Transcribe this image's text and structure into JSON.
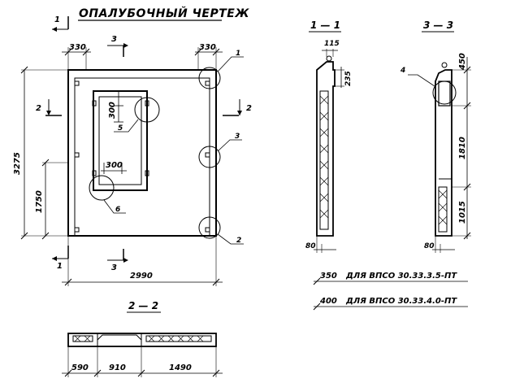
{
  "title": "ОПАЛУБОЧНЫЙ ЧЕРТЕЖ",
  "section_labels": {
    "s11": "1 — 1",
    "s33": "3 — 3",
    "s22": "2 — 2"
  },
  "cut_marks": {
    "c1_top": "1",
    "c1_bottom": "1",
    "c3_top": "3",
    "c3_bottom": "3",
    "c2_left": "2",
    "c2_right": "2"
  },
  "callouts": {
    "n1": "1",
    "n2": "2",
    "n3": "3",
    "n4": "4",
    "n5": "5",
    "n6": "6"
  },
  "dims": {
    "top_left_330": "330",
    "top_right_330": "330",
    "opening_300_top": "300",
    "opening_300_bottom": "300",
    "height_3275": "3275",
    "height_1750": "1750",
    "width_2990": "2990",
    "s11_115": "115",
    "s11_235": "235",
    "s11_80": "80",
    "s33_450": "450",
    "s33_1810": "1810",
    "s33_1015": "1015",
    "s33_80": "80",
    "s22_590": "590",
    "s22_910": "910",
    "s22_1490": "1490"
  },
  "notes": [
    {
      "value": "350",
      "text": "ДЛЯ ВПСО 30.33.3.5-ПТ"
    },
    {
      "value": "400",
      "text": "ДЛЯ ВПСО 30.33.4.0-ПТ"
    }
  ]
}
